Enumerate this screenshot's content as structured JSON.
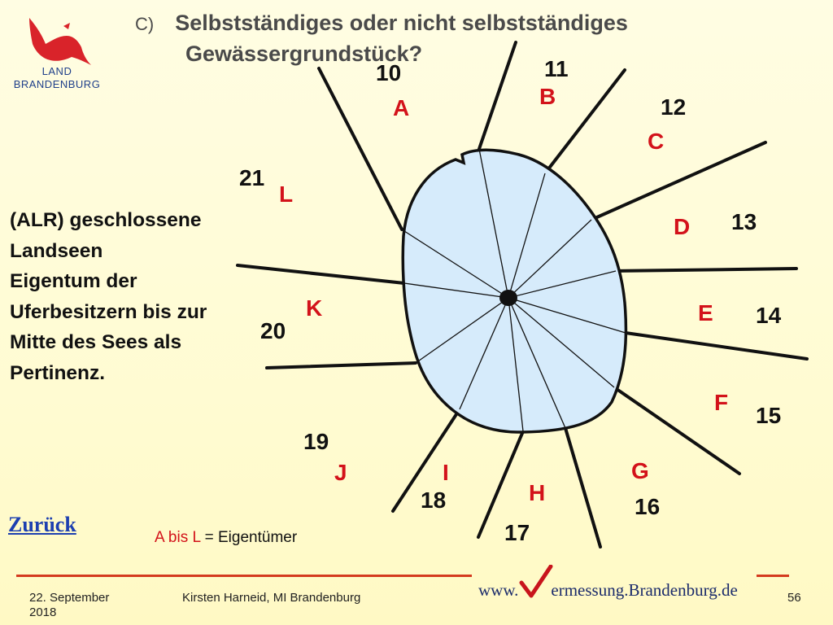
{
  "logo": {
    "line1": "LAND",
    "line2": "BRANDENBURG"
  },
  "title": {
    "prefix": "C)",
    "line1": "Selbstständiges oder  nicht selbstständiges",
    "line2": "Gewässergrundstück?"
  },
  "description": [
    "(ALR) geschlossene",
    "Landseen",
    "Eigentum der",
    "Uferbesitzern bis zur",
    "Mitte des Sees als",
    "Pertinenz."
  ],
  "parcel_numbers": [
    "10",
    "11",
    "12",
    "13",
    "14",
    "15",
    "16",
    "17",
    "18",
    "19",
    "20",
    "21"
  ],
  "owner_letters": [
    "A",
    "B",
    "C",
    "D",
    "E",
    "F",
    "G",
    "H",
    "I",
    "J",
    "K",
    "L"
  ],
  "back_link": "Zurück",
  "legend": {
    "from": "A",
    "middle": " bis ",
    "to": "L",
    "suffix": " = Eigentümer"
  },
  "website": {
    "prefix": "www.",
    "suffix": "ermessung.Brandenburg.de"
  },
  "footer": {
    "date_line1": "22. September",
    "date_line2": "2018",
    "author": "Kirsten Harneid, MI Brandenburg",
    "page": "56"
  },
  "colors": {
    "lake_fill": "#d6ebfb",
    "accent_red": "#d3121a",
    "footer_line": "#d43a1e",
    "link_blue": "#1d3fb0"
  }
}
